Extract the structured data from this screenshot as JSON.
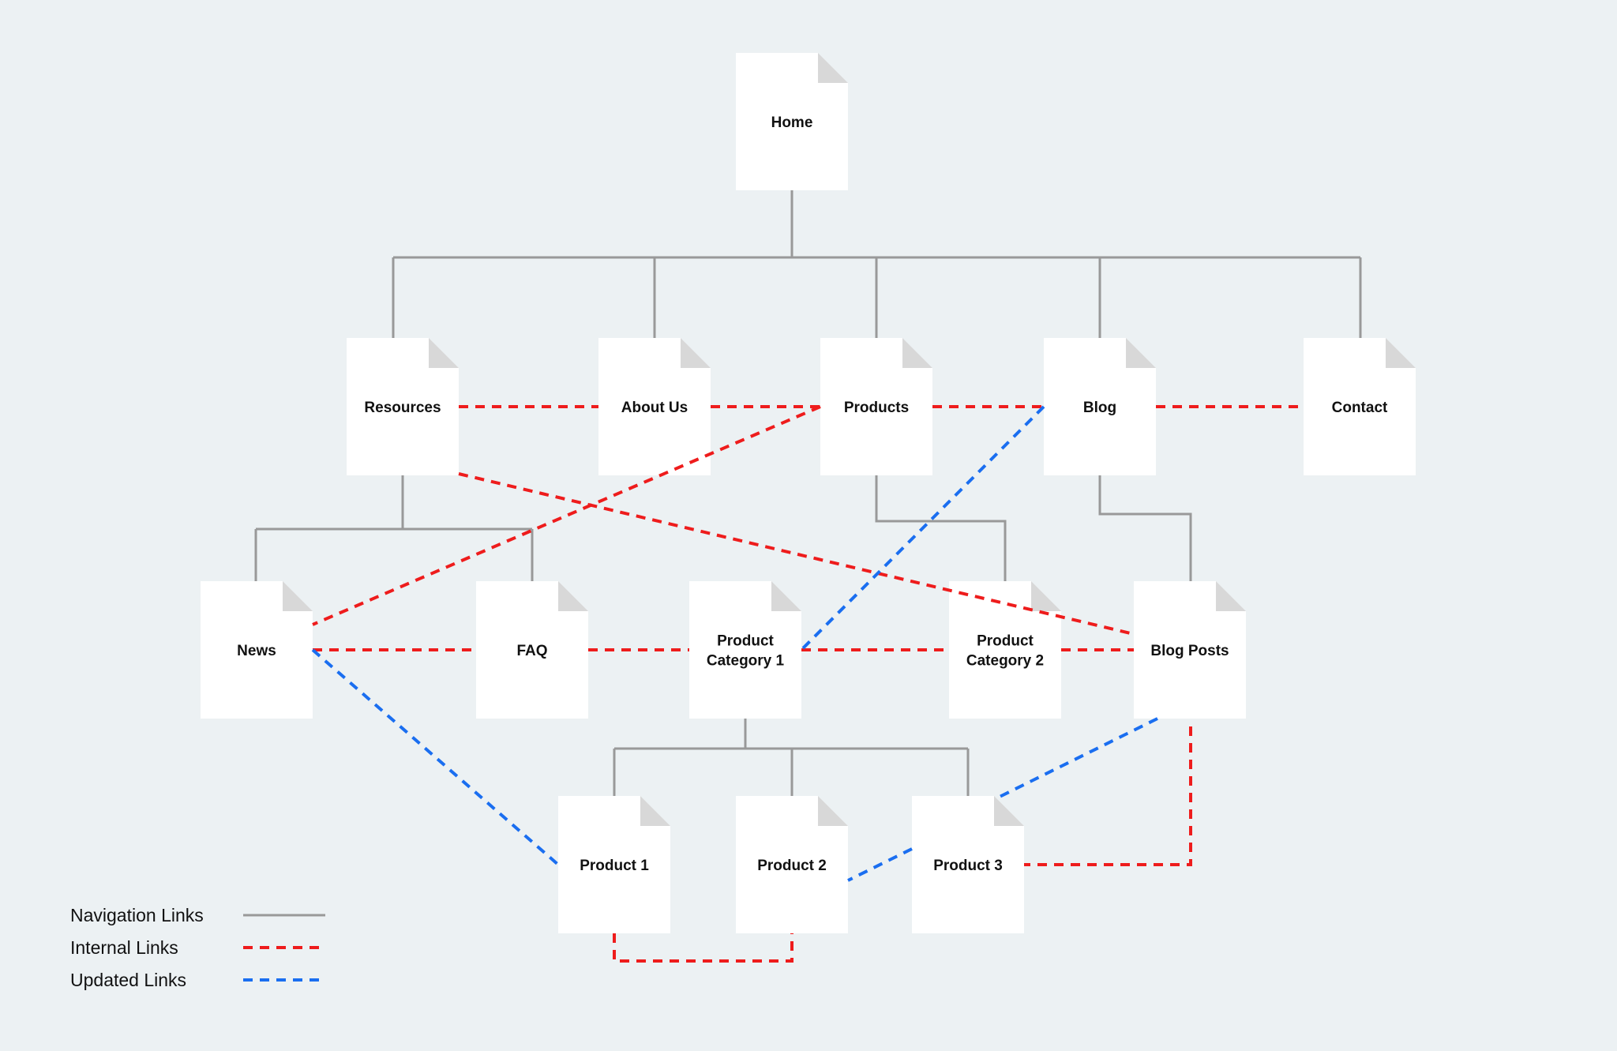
{
  "colors": {
    "background": "#ecf1f3",
    "page": "#ffffff",
    "page_fold": "#d8d8d8",
    "navigation": "#999999",
    "internal": "#ee1c1c",
    "updated": "#1a6ef0"
  },
  "pages": {
    "home": {
      "label": [
        "Home"
      ]
    },
    "resources": {
      "label": [
        "Resources"
      ]
    },
    "about": {
      "label": [
        "About Us"
      ]
    },
    "products": {
      "label": [
        "Products"
      ]
    },
    "blog": {
      "label": [
        "Blog"
      ]
    },
    "contact": {
      "label": [
        "Contact"
      ]
    },
    "news": {
      "label": [
        "News"
      ]
    },
    "faq": {
      "label": [
        "FAQ"
      ]
    },
    "pc1": {
      "label": [
        "Product",
        "Category 1"
      ]
    },
    "pc2": {
      "label": [
        "Product",
        "Category 2"
      ]
    },
    "blogposts": {
      "label": [
        "Blog Posts"
      ]
    },
    "p1": {
      "label": [
        "Product 1"
      ]
    },
    "p2": {
      "label": [
        "Product 2"
      ]
    },
    "p3": {
      "label": [
        "Product 3"
      ]
    }
  },
  "links": {
    "navigation": [
      [
        "home",
        "resources"
      ],
      [
        "home",
        "about"
      ],
      [
        "home",
        "products"
      ],
      [
        "home",
        "blog"
      ],
      [
        "home",
        "contact"
      ],
      [
        "resources",
        "news"
      ],
      [
        "resources",
        "faq"
      ],
      [
        "products",
        "pc1"
      ],
      [
        "products",
        "pc2"
      ],
      [
        "blog",
        "blogposts"
      ],
      [
        "pc1",
        "p1"
      ],
      [
        "pc1",
        "p2"
      ],
      [
        "pc1",
        "p3"
      ]
    ],
    "internal": [
      [
        "resources",
        "about"
      ],
      [
        "about",
        "products"
      ],
      [
        "products",
        "blog"
      ],
      [
        "blog",
        "contact"
      ],
      [
        "resources",
        "blogposts"
      ],
      [
        "products",
        "news"
      ],
      [
        "news",
        "faq"
      ],
      [
        "faq",
        "pc1"
      ],
      [
        "pc1",
        "pc2"
      ],
      [
        "pc2",
        "blogposts"
      ],
      [
        "blogposts",
        "p3"
      ],
      [
        "p1",
        "p2"
      ]
    ],
    "updated": [
      [
        "blog",
        "pc1"
      ],
      [
        "news",
        "p1"
      ],
      [
        "blogposts",
        "p3"
      ],
      [
        "p3",
        "p2"
      ]
    ]
  },
  "legend": [
    {
      "label": "Navigation Links",
      "type": "navigation"
    },
    {
      "label": "Internal Links",
      "type": "internal"
    },
    {
      "label": "Updated Links",
      "type": "updated"
    }
  ]
}
